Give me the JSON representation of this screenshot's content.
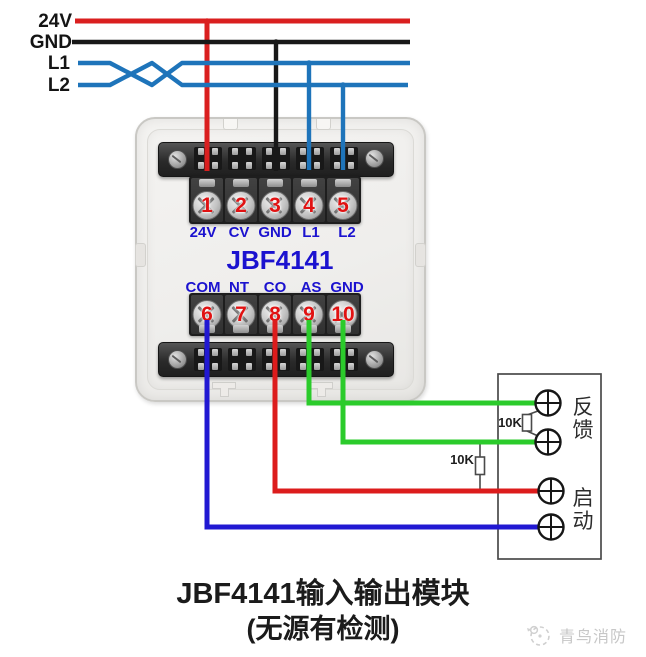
{
  "feed_lines": {
    "labels": [
      "24V",
      "GND",
      "L1",
      "L2"
    ]
  },
  "module": {
    "name": "JBF4141",
    "top_terminals": [
      {
        "number": "1",
        "label": "24V"
      },
      {
        "number": "2",
        "label": "CV"
      },
      {
        "number": "3",
        "label": "GND"
      },
      {
        "number": "4",
        "label": "L1"
      },
      {
        "number": "5",
        "label": "L2"
      }
    ],
    "bottom_terminals": [
      {
        "number": "6",
        "label": "COM"
      },
      {
        "number": "7",
        "label": "NT"
      },
      {
        "number": "8",
        "label": "CO"
      },
      {
        "number": "9",
        "label": "AS"
      },
      {
        "number": "10",
        "label": "GND"
      }
    ]
  },
  "device_box": {
    "feedback_label": "反馈",
    "start_label": "启动"
  },
  "resistors": {
    "r1_label": "10K",
    "r2_label": "10K"
  },
  "caption": {
    "line1": "JBF4141输入输出模块",
    "line2": "(无源有检测)"
  },
  "watermark": "青鸟消防",
  "colors": {
    "wire_24v": "#da1f1f",
    "wire_gnd": "#181818",
    "wire_signal_blue": "#1e74ba",
    "wire_com_blue": "#2118d2",
    "wire_output_red": "#dc1c1c",
    "wire_green": "#2bcb2b",
    "outline_gray": "#4a4a4a",
    "terminal_black": "#161616",
    "label_blue": "#1b12cf",
    "number_red": "#e01212"
  }
}
